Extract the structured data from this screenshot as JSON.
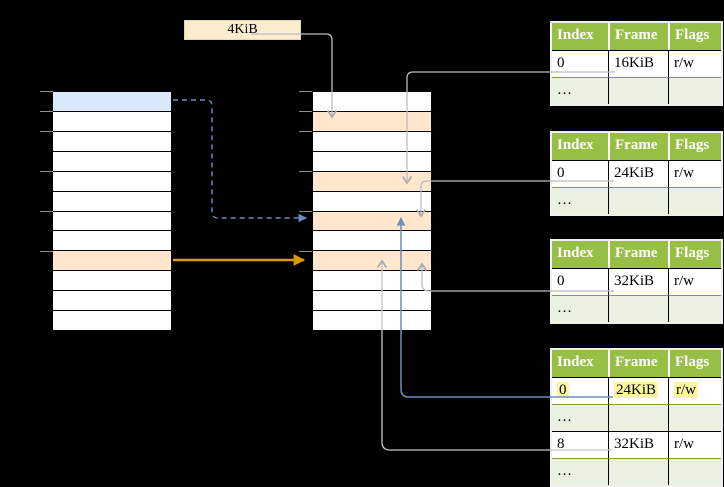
{
  "page_size_label": {
    "text": "4KiB"
  },
  "virtual_memory_column": {
    "rows": [
      "blue",
      "white",
      "white",
      "white",
      "white",
      "white",
      "white",
      "white",
      "peach",
      "white",
      "white",
      "white"
    ]
  },
  "physical_memory_column": {
    "rows": [
      "white",
      "peach",
      "white",
      "white",
      "peach",
      "white",
      "peach",
      "white",
      "peach",
      "white",
      "white",
      "white"
    ]
  },
  "page_tables": [
    {
      "headers": [
        "Index",
        "Frame",
        "Flags"
      ],
      "rows": [
        {
          "type": "data",
          "highlight": false,
          "cells": [
            "0",
            "16KiB",
            "r/w"
          ]
        },
        {
          "type": "dots",
          "highlight": false,
          "cells": [
            "…",
            "",
            ""
          ]
        }
      ]
    },
    {
      "headers": [
        "Index",
        "Frame",
        "Flags"
      ],
      "rows": [
        {
          "type": "data",
          "highlight": false,
          "cells": [
            "0",
            "24KiB",
            "r/w"
          ]
        },
        {
          "type": "dots",
          "highlight": false,
          "cells": [
            "…",
            "",
            ""
          ]
        }
      ]
    },
    {
      "headers": [
        "Index",
        "Frame",
        "Flags"
      ],
      "rows": [
        {
          "type": "data",
          "highlight": false,
          "cells": [
            "0",
            "32KiB",
            "r/w"
          ]
        },
        {
          "type": "dots",
          "highlight": false,
          "cells": [
            "…",
            "",
            ""
          ]
        }
      ]
    },
    {
      "headers": [
        "Index",
        "Frame",
        "Flags"
      ],
      "rows": [
        {
          "type": "data",
          "highlight": true,
          "cells": [
            "0",
            "24KiB",
            "r/w"
          ]
        },
        {
          "type": "dots",
          "highlight": false,
          "cells": [
            "…",
            "",
            ""
          ]
        },
        {
          "type": "data",
          "highlight": false,
          "cells": [
            "8",
            "32KiB",
            "r/w"
          ]
        },
        {
          "type": "dots",
          "highlight": false,
          "cells": [
            "…",
            "",
            ""
          ]
        }
      ]
    }
  ],
  "colors": {
    "background": "#000000",
    "cell_blue": "#dae8fc",
    "cell_peach": "#ffe6cc",
    "label_cream": "#fcedcf",
    "table_header_green": "#98bf45",
    "table_dots_green": "#eaf1de",
    "highlight_yellow": "#fdf6a3",
    "wire_gray": "#bdbdbd",
    "wire_blue": "#6c8ebf",
    "wire_orange": "#d79b00"
  },
  "arrows": [
    {
      "name": "arrow-4kib-to-frame",
      "color": "gray"
    },
    {
      "name": "arrow-table1-entry-to-frame",
      "color": "gray"
    },
    {
      "name": "arrow-table2-entry-to-frame",
      "color": "gray"
    },
    {
      "name": "arrow-table3-entry-to-frame",
      "color": "gray"
    },
    {
      "name": "arrow-table4-entry8-to-frame",
      "color": "gray"
    },
    {
      "name": "arrow-table4-entry0-to-frame",
      "color": "blue"
    },
    {
      "name": "arrow-virtual-page-to-frame-dashed",
      "color": "blue-dashed"
    },
    {
      "name": "arrow-virtual-page-to-frame-solid",
      "color": "orange"
    }
  ]
}
